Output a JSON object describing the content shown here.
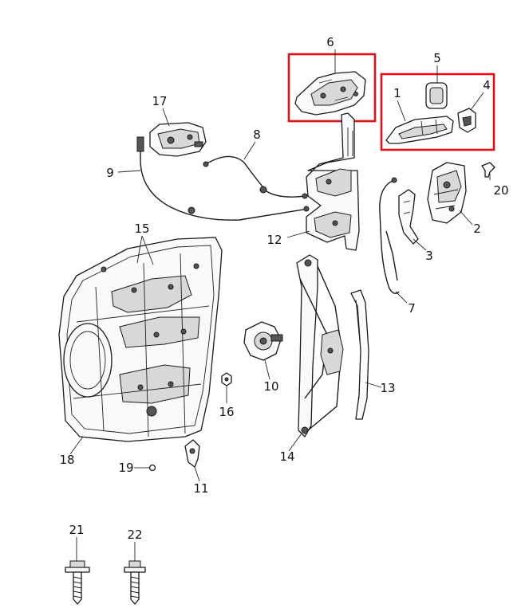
{
  "colors": {
    "highlight": "#d9141c",
    "line": "#1a1a1a",
    "background": "#ffffff"
  },
  "callouts": {
    "c1": "1",
    "c2": "2",
    "c3": "3",
    "c4": "4",
    "c5": "5",
    "c6": "6",
    "c7": "7",
    "c8": "8",
    "c9": "9",
    "c10": "10",
    "c11": "11",
    "c12": "12",
    "c13": "13",
    "c14": "14",
    "c15": "15",
    "c16": "16",
    "c17": "17",
    "c18": "18",
    "c19": "19",
    "c20": "20",
    "c21": "21",
    "c22": "22"
  },
  "highlighted_parts": [
    "6",
    "1",
    "4",
    "5"
  ]
}
